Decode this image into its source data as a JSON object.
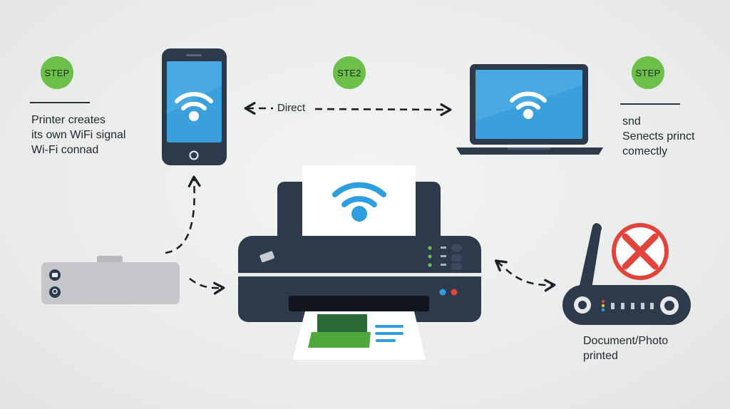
{
  "steps": {
    "step1": {
      "badge": "STEP",
      "lines": [
        "Printer creates",
        "its own WiFi signal",
        "Wi-Fi connad"
      ]
    },
    "step2": {
      "badge": "STE2"
    },
    "step3": {
      "badge": "STEP",
      "lines": [
        "snd",
        "Senects princt",
        "comectly"
      ]
    }
  },
  "connections": {
    "direct_label": "Direct"
  },
  "router_caption": {
    "lines": [
      "Document/Photo",
      "printed"
    ]
  },
  "colors": {
    "step_green": "#6cc04a",
    "device_dark": "#2c3a4c",
    "screen_blue": "#3aa0dd",
    "wifi_blue": "#2d9ee0",
    "error_red": "#e0443a",
    "paper_green": "#4fa83c"
  },
  "icons": {
    "phone": "smartphone-icon",
    "laptop": "laptop-icon",
    "printer": "printer-icon",
    "router": "router-icon",
    "wifi": "wifi-icon",
    "error": "error-x-icon"
  }
}
